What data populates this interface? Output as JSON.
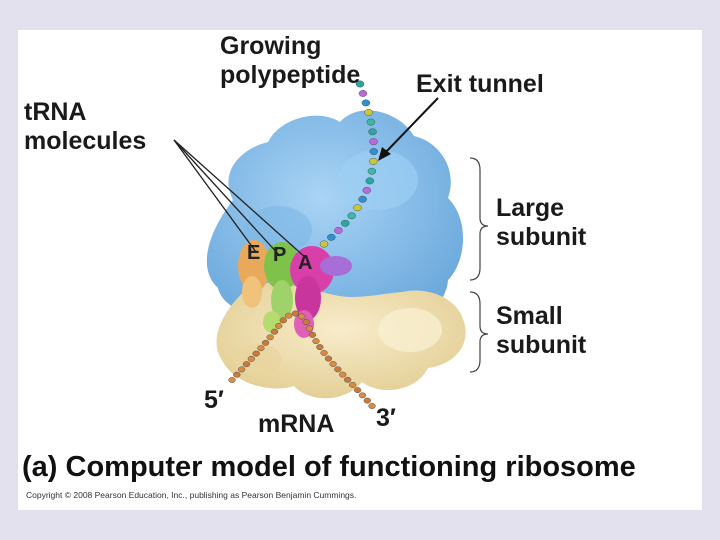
{
  "labels": {
    "growing_polypeptide": "Growing\npolypeptide",
    "exit_tunnel": "Exit tunnel",
    "trna_molecules": "tRNA\nmolecules",
    "large_subunit": "Large\nsubunit",
    "small_subunit": "Small\nsubunit",
    "five_prime": "5′",
    "three_prime": "3′",
    "mrna": "mRNA"
  },
  "sites": {
    "e": "E",
    "p": "P",
    "a": "A"
  },
  "caption": "(a) Computer model of functioning ribosome",
  "copyright": "Copyright © 2008 Pearson Education, Inc., publishing as Pearson Benjamin Cummings.",
  "colors": {
    "large_subunit": "#8ec4ef",
    "small_subunit": "#f2e3b4",
    "trna_e": "#e8a95a",
    "trna_p": "#7fc24b",
    "trna_a": "#d83fa8",
    "mrna": "#d98a45"
  }
}
